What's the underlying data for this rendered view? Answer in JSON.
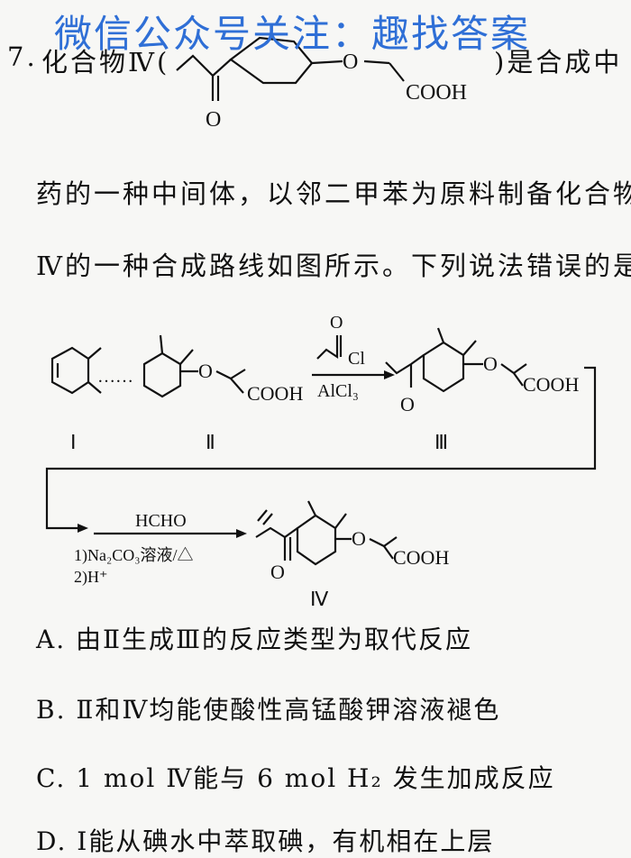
{
  "watermark": "微信公众号关注：趣找答案",
  "question": {
    "number": "7.",
    "stem_a": "化合物Ⅳ(",
    "stem_b": ")是合成中",
    "line2": "药的一种中间体，以邻二甲苯为原料制备化合物",
    "line3": "Ⅳ的一种合成路线如图所示。下列说法错误的是"
  },
  "scheme": {
    "compound_labels": [
      "Ⅰ",
      "Ⅱ",
      "Ⅲ",
      "Ⅳ"
    ],
    "dots": "……",
    "reagent_top": "O",
    "reagent_cl": "Cl",
    "catalyst": "AlCl₃",
    "step2_top": "HCHO",
    "step2_line1": "1)Na₂CO₃溶液/△",
    "step2_line2": "2)H⁺",
    "cooh": "COOH",
    "ether_o": "O",
    "ketone_o": "O"
  },
  "options": [
    "A. 由Ⅱ生成Ⅲ的反应类型为取代反应",
    "B. Ⅱ和Ⅳ均能使酸性高锰酸钾溶液褪色",
    "C. 1 mol Ⅳ能与 6 mol H₂ 发生加成反应",
    "D. Ⅰ能从碘水中萃取碘，有机相在上层"
  ]
}
